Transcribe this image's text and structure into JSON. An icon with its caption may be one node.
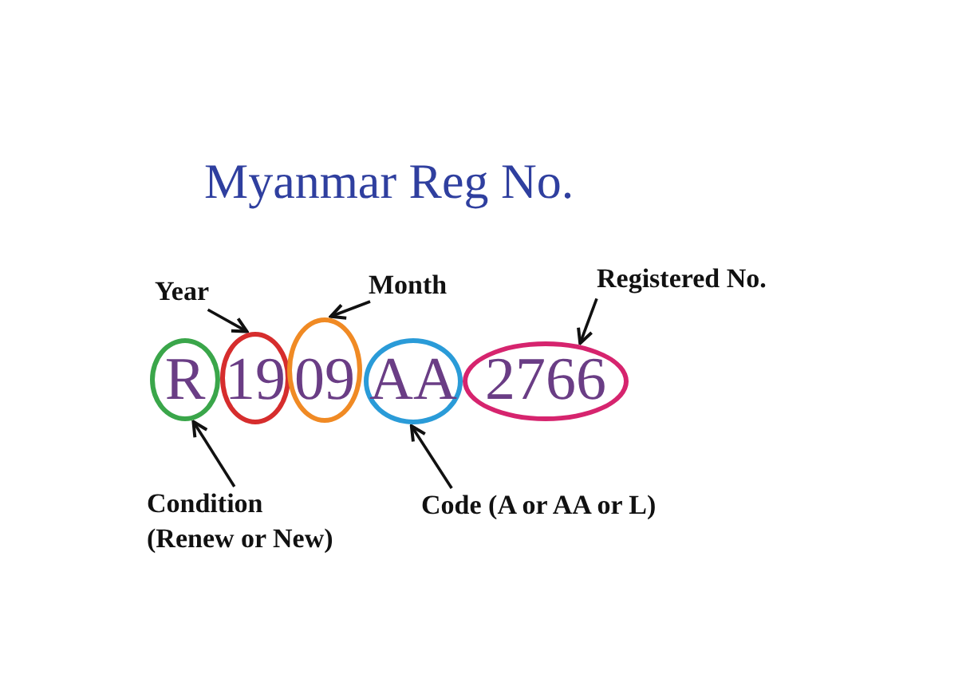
{
  "diagram": {
    "title": "Myanmar Reg No.",
    "nodes": [
      {
        "text": [
          "Year"
        ]
      },
      {
        "text": [
          "Month"
        ]
      },
      {
        "text": [
          "Registered No."
        ]
      },
      {
        "text": [
          "R"
        ]
      },
      {
        "text": [
          "19"
        ]
      },
      {
        "text": [
          "09"
        ]
      },
      {
        "text": [
          "AA"
        ]
      },
      {
        "text": [
          "2766"
        ]
      },
      {
        "text": [
          "Condition (Renew or New)"
        ]
      },
      {
        "text": [
          "Code (A or AA or L)"
        ]
      }
    ],
    "edges": [
      {
        "from": 0,
        "to": 4,
        "arrow": "to"
      },
      {
        "from": 1,
        "to": 5,
        "arrow": "to"
      },
      {
        "from": 2,
        "to": 7,
        "arrow": "to"
      },
      {
        "from": 8,
        "to": 3,
        "arrow": "to"
      },
      {
        "from": 9,
        "to": 6,
        "arrow": "to"
      }
    ]
  }
}
